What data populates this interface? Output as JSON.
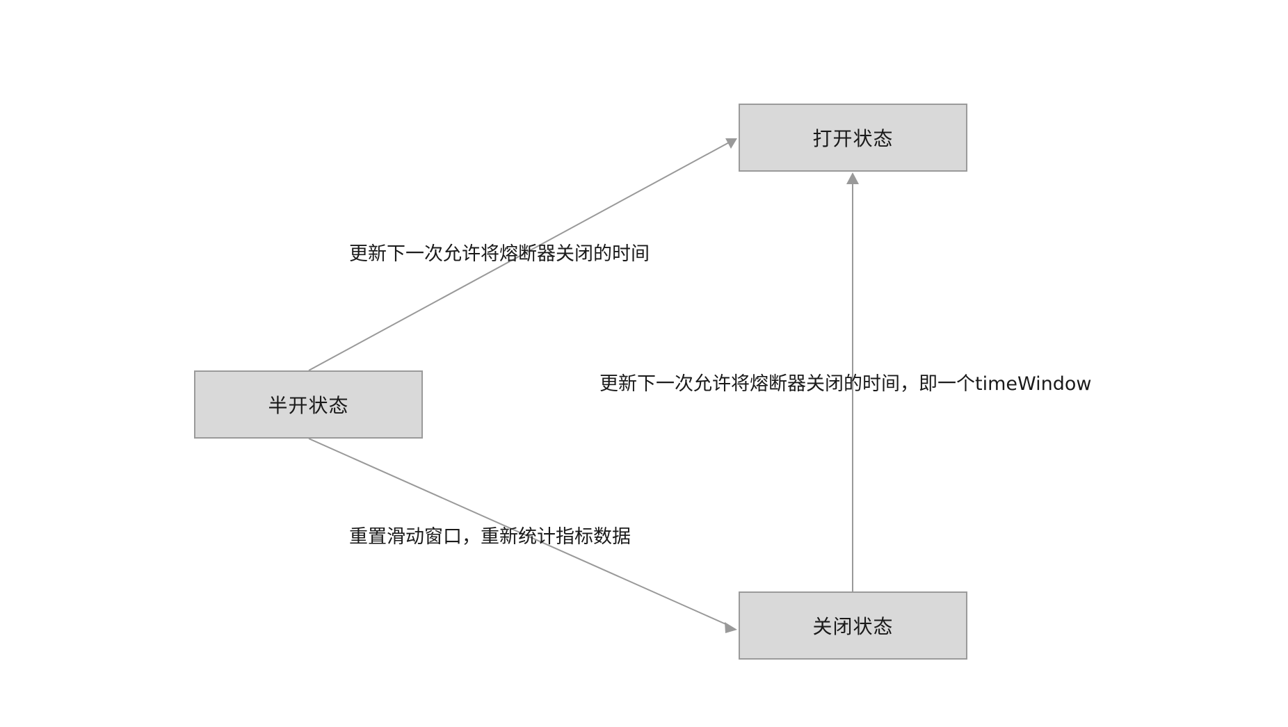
{
  "diagram": {
    "nodes": {
      "open": {
        "label": "打开状态"
      },
      "half": {
        "label": "半开状态"
      },
      "closed": {
        "label": "关闭状态"
      }
    },
    "edges": {
      "half_to_open": {
        "from": "半开状态",
        "to": "打开状态",
        "label": "更新下一次允许将熔断器关闭的时间"
      },
      "closed_to_open": {
        "from": "关闭状态",
        "to": "打开状态",
        "label": "更新下一次允许将熔断器关闭的时间，即一个timeWindow"
      },
      "half_to_closed": {
        "from": "半开状态",
        "to": "关闭状态",
        "label": "重置滑动窗口，重新统计指标数据"
      }
    },
    "colors": {
      "node_fill": "#d9d9d9",
      "node_border": "#9a9a9a",
      "edge": "#999999",
      "text": "#1a1a1a"
    }
  }
}
